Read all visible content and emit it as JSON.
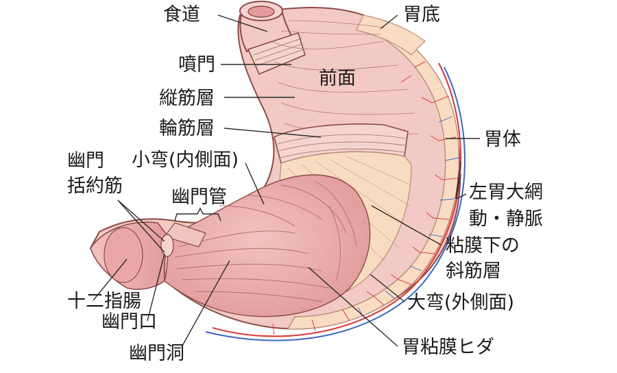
{
  "labels": {
    "esophagus": "食道",
    "fundus": "胃底",
    "cardia": "噴門",
    "front": "前面",
    "longitudinal": "縦筋層",
    "circular": "輪筋層",
    "lesser_curvature": "小弯(内側面)",
    "body": "胃体",
    "pyloric_sphincter_1": "幽門",
    "pyloric_sphincter_2": "括約筋",
    "pyloric_canal": "幽門管",
    "gastroepiploic_1": "左胃大網",
    "gastroepiploic_2": "動・静脈",
    "oblique_1": "粘膜下の",
    "oblique_2": "斜筋層",
    "duodenum": "十二指腸",
    "greater_curvature": "大弯(外側面)",
    "pylorus": "幽門口",
    "rugae": "胃粘膜ヒダ",
    "antrum": "幽門洞"
  },
  "colors": {
    "outer_muscle": "#f2c9c4",
    "muscle_stroke": "#8a4a48",
    "mucosa": "#e9a7a6",
    "mucosa_dark": "#d98688",
    "serosa": "#f9dcc2",
    "artery": "#d94040",
    "vein": "#3a66c4"
  }
}
